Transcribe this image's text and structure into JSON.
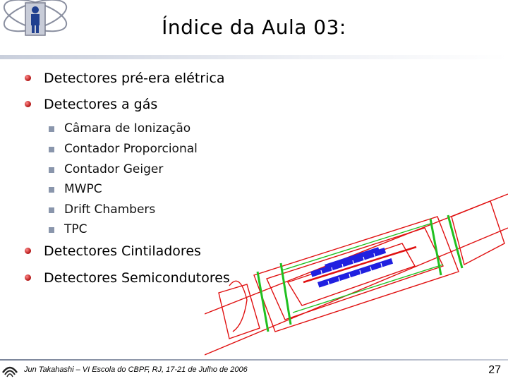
{
  "slide": {
    "title": "Índice da Aula 03:",
    "bullets": [
      "Detectores pré-era elétrica",
      "Detectores a gás",
      "Detectores Cintiladores",
      "Detectores Semicondutores"
    ],
    "sub_bullets": [
      "Câmara de Ionização",
      "Contador Proporcional",
      "Contador Geiger",
      "MWPC",
      "Drift Chambers",
      "TPC"
    ],
    "footer": "Jun Takahashi – VI Escola do CBPF, RJ, 17-21 de Julho de 2006",
    "page_number": "27"
  },
  "colors": {
    "bullet": "#b01010",
    "sub_bullet": "#8a96ac",
    "detector_outline": "#e01010",
    "detector_inner": "#2020e0",
    "detector_green": "#20c020"
  },
  "icons": [
    "university-logo-icon",
    "bullet-dot-icon",
    "square-bullet-icon",
    "detector-illustration",
    "unicamp-logo-icon"
  ]
}
